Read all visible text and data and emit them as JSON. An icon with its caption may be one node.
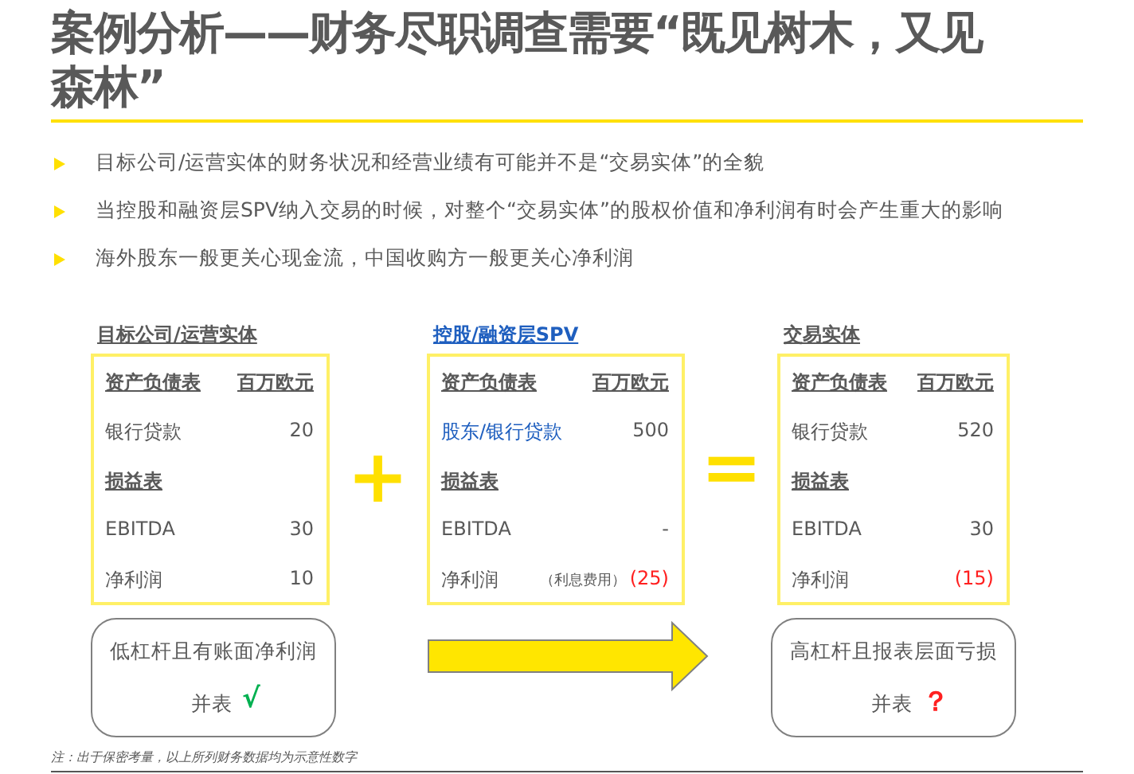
{
  "diagram": {
    "title": "案例分析——财务尽职调查需要“既见树木，又见森林”",
    "nodes": [
      {
        "text": [
          "目标公司/运营实体",
          "资产负债表",
          "百万欧元",
          "银行贷款",
          "20",
          "损益表",
          "EBITDA",
          "30",
          "净利润",
          "10"
        ]
      },
      {
        "text": [
          "控股/融资层SPV",
          "资产负债表",
          "百万欧元",
          "股东/银行贷款",
          "500",
          "损益表",
          "EBITDA",
          "-",
          "净利润",
          "（利息费用）",
          "(25)"
        ]
      },
      {
        "text": [
          "交易实体",
          "资产负债表",
          "百万欧元",
          "银行贷款",
          "520",
          "损益表",
          "EBITDA",
          "30",
          "净利润",
          "(15)"
        ]
      },
      {
        "text": [
          "低杠杆且有账面净利润",
          "并表",
          "√"
        ]
      },
      {
        "text": [
          "高杠杆且报表层面亏损",
          "并表",
          "？"
        ]
      }
    ],
    "edges": [
      {
        "from": 3,
        "to": 4,
        "arrow": "to"
      }
    ],
    "labels": [
      "目标公司/运营实体的财务状况和经营业绩有可能并不是“交易实体”的全貌",
      "当控股和融资层SPV纳入交易的时候，对整个“交易实体”的股权价值和净利润有时会产生重大的影响",
      "海外股东一般更关心现金流，中国收购方一般更关心净利润",
      "+",
      "=",
      "注：出于保密考量，以上所列财务数据均为示意性数字"
    ]
  }
}
